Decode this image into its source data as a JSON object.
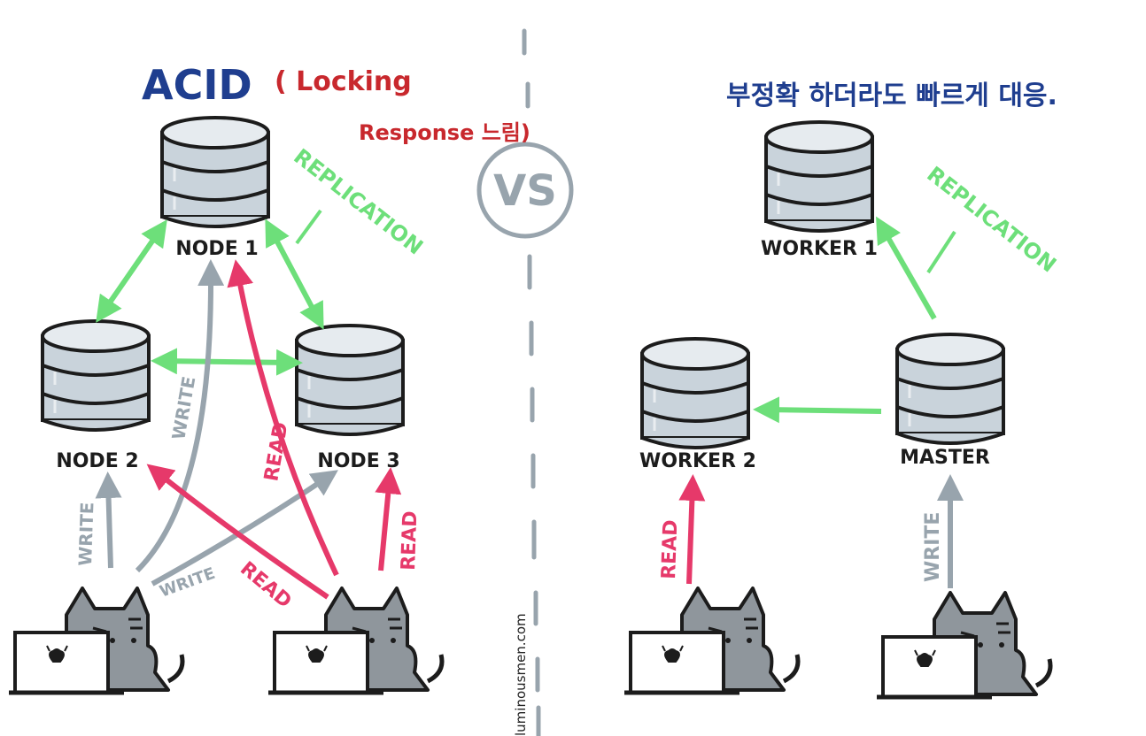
{
  "left": {
    "title_main": "ACID",
    "title_note_1": "( Locking",
    "title_note_2": "Response 느림)",
    "nodes": [
      "NODE 1",
      "NODE 2",
      "NODE 3"
    ],
    "replication_label": "REPLICATION",
    "write_label": "WRITE",
    "read_label": "READ"
  },
  "divider": {
    "vs_label": "VS"
  },
  "right": {
    "title": "부정확 하더라도 빠르게 대응.",
    "nodes": [
      "WORKER 1",
      "WORKER 2",
      "MASTER"
    ],
    "replication_label": "REPLICATION",
    "write_label": "WRITE",
    "read_label": "READ"
  },
  "credit": "luminousmen.com",
  "colors": {
    "replication": "#6ddf7a",
    "write": "#98a4ad",
    "read": "#e6396a",
    "database": "#c9d3db",
    "outline": "#1c1c1c",
    "title": "#1f3e8f",
    "note": "#c8282d"
  }
}
